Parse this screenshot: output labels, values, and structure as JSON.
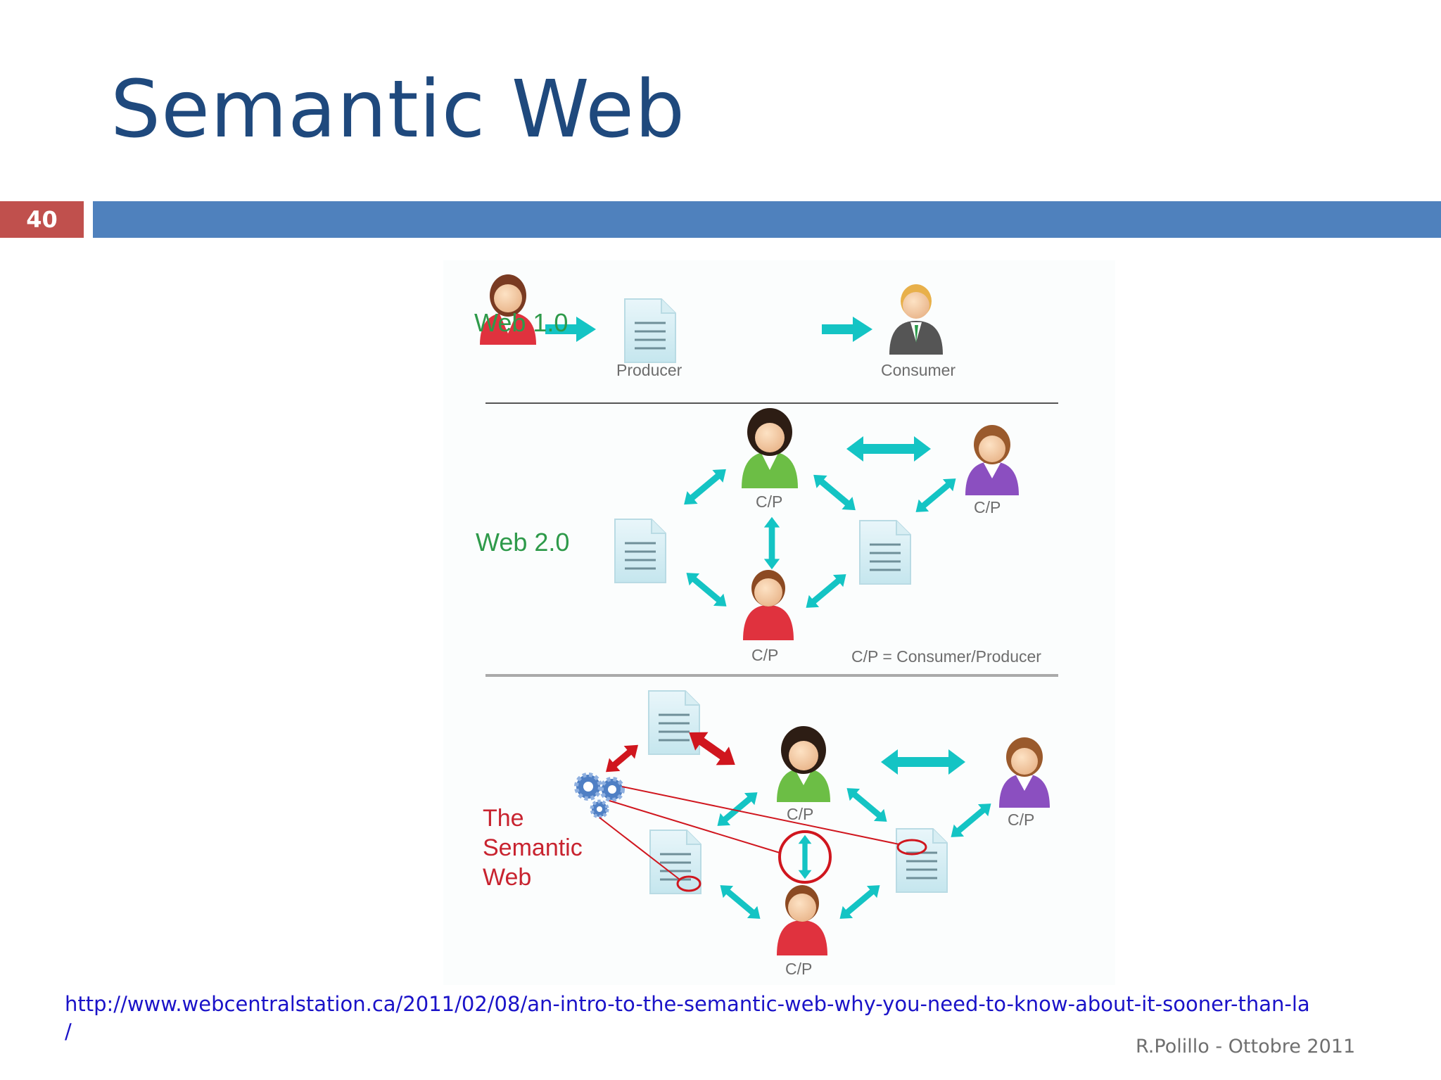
{
  "slide": {
    "title": "Semantic Web",
    "number": "40",
    "footer": "R.Polillo - Ottobre 2011"
  },
  "link": {
    "text": "http://www.webcentralstation.ca/2011/02/08/an-intro-to-the-semantic-web-why-you-need-to-know-about-it-sooner-than-la",
    "continuation": "/"
  },
  "diagram": {
    "web1": {
      "label": "Web 1.0",
      "producer": "Producer",
      "consumer": "Consumer"
    },
    "web2": {
      "label": "Web 2.0",
      "cp_top": "C/P",
      "cp_right": "C/P",
      "cp_bottom": "C/P",
      "legend": "C/P = Consumer/Producer"
    },
    "semantic": {
      "label": "The\nSemantic\nWeb",
      "cp_top": "C/P",
      "cp_right": "C/P",
      "cp_bottom": "C/P"
    },
    "colors": {
      "arrow": "#14c4c4",
      "semantic_arrow": "#d0161e",
      "web_label": "#2e9a4a",
      "semantic_label": "#c8232f",
      "producer_red": "#e0323e",
      "user_green": "#6cbe45",
      "user_purple": "#8b4fc0",
      "consumer_gray": "#555555"
    }
  }
}
